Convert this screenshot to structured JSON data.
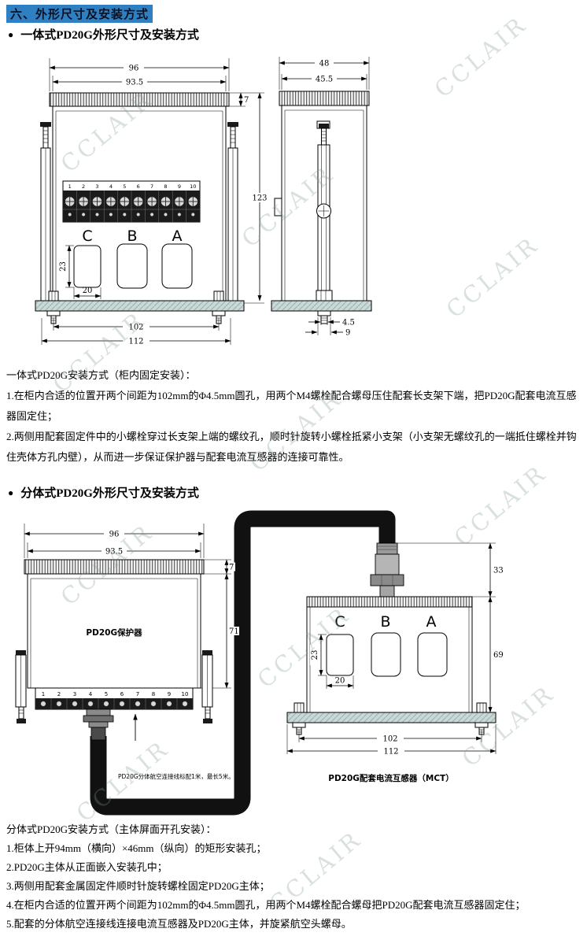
{
  "watermark": "CCLAIR",
  "page": {
    "section_title": "六、外形尺寸及安装方式",
    "bullet": "●"
  },
  "integrated": {
    "heading": "一体式PD20G外形尺寸及安装方式",
    "front": {
      "dim_width_outer": "96",
      "dim_width_inner": "93.5",
      "dim_lip": "7",
      "dim_height": "123",
      "dim_window_h": "23",
      "dim_window_w": "20",
      "dim_hole_span": "102",
      "dim_base": "112",
      "terminals": [
        "1",
        "2",
        "3",
        "4",
        "5",
        "6",
        "7",
        "8",
        "9",
        "10"
      ],
      "phases": [
        "C",
        "B",
        "A"
      ]
    },
    "side": {
      "dim_width_outer": "48",
      "dim_width_inner": "45.5",
      "dim_foot": "4.5",
      "dim_foot_base": "9"
    },
    "install_title": "一体式PD20G安装方式（柜内固定安装）：",
    "steps": [
      "1.在柜内合适的位置开两个间距为102mm的Φ4.5mm圆孔，用两个M4螺栓配合螺母压住配套长支架下端，把PD20G配套电流互感器固定住；",
      "2.两侧用配套固定件中的小螺栓穿过长支架上端的螺纹孔，顺时针旋转小螺栓抵紧小支架（小支架无螺纹孔的一端抵住螺栓并钩住壳体方孔内壁），从而进一步保证保护器与配套电流互感器的连接可靠性。"
    ]
  },
  "split": {
    "heading": "分体式PD20G外形尺寸及安装方式",
    "protector": {
      "label": "PD20G保护器",
      "dim_width_outer": "96",
      "dim_width_inner": "93.5",
      "dim_lip": "7",
      "dim_body": "71",
      "terminals": [
        "1",
        "2",
        "3",
        "4",
        "5",
        "6",
        "7",
        "8",
        "9",
        "10"
      ],
      "note": "PD20G分体航空连接线标配1米，最长5米。"
    },
    "ct": {
      "label": "PD20G配套电流互感器（MCT）",
      "dim_plug": "33",
      "dim_body": "69",
      "dim_window_h": "23",
      "dim_window_w": "20",
      "dim_hole_span": "102",
      "dim_base": "112",
      "phases": [
        "C",
        "B",
        "A"
      ]
    },
    "install_title": "分体式PD20G安装方式（主体屏面开孔安装）：",
    "steps": [
      "1.柜体上开94mm（横向）×46mm（纵向）的矩形安装孔；",
      "2.PD20G主体从正面嵌入安装孔中；",
      "3.两侧用配套金属固定件顺时针旋转螺栓固定PD20G主体；",
      "4.在柜内合适的位置开两个间距为102mm的Φ4.5mm圆孔，用两个M4螺栓配合螺母把PD20G配套电流互感器固定住；",
      "5.配套的分体航空连接线连接电流互感器及PD20G主体，并旋紧航空头螺母。"
    ]
  }
}
